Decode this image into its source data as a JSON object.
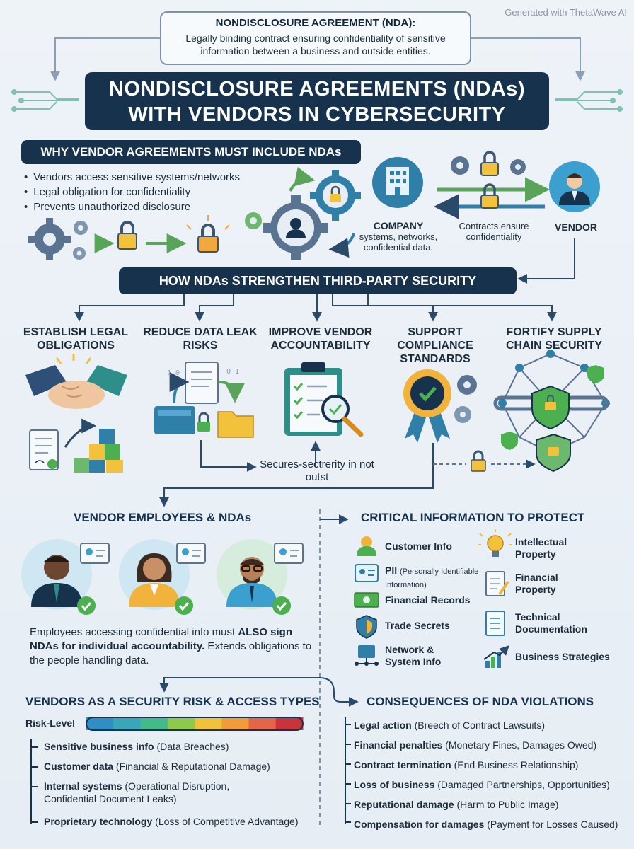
{
  "watermark": "Generated with ThetaWave AI",
  "definition": {
    "title": "NONDISCLOSURE AGREEMENT (NDA):",
    "text": "Legally binding contract ensuring confidentiality of sensitive information between a business and outside entities."
  },
  "title": {
    "line1": "NONDISCLOSURE AGREEMENTS (NDAs)",
    "line2": "WITH VENDORS IN CYBERSECURITY"
  },
  "why": {
    "heading": "WHY VENDOR AGREEMENTS MUST INCLUDE NDAs",
    "bullets": [
      "Vendors access sensitive systems/networks",
      "Legal obligation for confidentiality",
      "Prevents unauthorized disclosure"
    ],
    "company_label": "COMPANY",
    "company_sub": "systems, networks, confidential data.",
    "contract_label": "Contracts ensure confidentiality",
    "vendor_label": "VENDOR"
  },
  "how": {
    "heading": "HOW NDAs STRENGTHEN THIRD-PARTY SECURITY",
    "pillars": [
      "ESTABLISH LEGAL OBLIGATIONS",
      "REDUCE DATA LEAK RISKS",
      "IMPROVE VENDOR ACCOUNTABILITY",
      "SUPPORT COMPLIANCE STANDARDS",
      "FORTIFY SUPPLY CHAIN SECURITY"
    ],
    "note": "Secures-sectrerity in not outst"
  },
  "employees": {
    "heading": "VENDOR EMPLOYEES & NDAs",
    "text_a": "Employees accessing confidential info must ",
    "text_b": "ALSO sign NDAs for individual accountability.",
    "text_c": " Extends obligations to the people handling data."
  },
  "critical": {
    "heading": "CRITICAL INFORMATION TO PROTECT",
    "left": [
      {
        "label": "Customer Info",
        "sub": "",
        "icon": "person-icon"
      },
      {
        "label": "PII",
        "sub": "(Personally Identifiable Information)",
        "icon": "id-card-icon"
      },
      {
        "label": "Financial Records",
        "sub": "",
        "icon": "money-icon"
      },
      {
        "label": "Trade Secrets",
        "sub": "",
        "icon": "shield-icon"
      },
      {
        "label": "Network & System Info",
        "sub": "",
        "icon": "network-icon"
      }
    ],
    "right": [
      {
        "label": "Intellectual Property",
        "icon": "lightbulb-icon"
      },
      {
        "label": "Financial Property",
        "icon": "document-pen-icon"
      },
      {
        "label": "Technical Documentation",
        "icon": "document-icon"
      },
      {
        "label": "Business Strategies",
        "icon": "growth-chart-icon"
      }
    ]
  },
  "risk": {
    "heading": "VENDORS AS A SECURITY RISK & ACCESS TYPES",
    "level_label": "Risk-Level",
    "colors": [
      "#2f8fc4",
      "#3aa6b8",
      "#44b98a",
      "#8fc94b",
      "#f0c23b",
      "#f39a3a",
      "#e5654a",
      "#c8343c"
    ],
    "items": [
      {
        "b": "Sensitive business info",
        "t": " (Data Breaches)"
      },
      {
        "b": "Customer data",
        "t": " (Financial & Reputational Damage)"
      },
      {
        "b": "Internal systems",
        "t": " (Operational Disruption, Confidential Document Leaks)"
      },
      {
        "b": "Proprietary technology",
        "t": " (Loss of Competitive Advantage)"
      }
    ]
  },
  "consequences": {
    "heading": "CONSEQUENCES OF NDA VIOLATIONS",
    "items": [
      {
        "b": "Legal action",
        "t": " (Breech of Contract Lawsuits)"
      },
      {
        "b": "Financial penalties",
        "t": " (Monetary Fines, Damages Owed)"
      },
      {
        "b": "Contract termination",
        "t": " (End Business Relationship)"
      },
      {
        "b": "Loss of business",
        "t": " (Damaged Partnerships, Opportunities)"
      },
      {
        "b": "Reputational damage",
        "t": " (Harm to Public Image)"
      },
      {
        "b": "Compensation for damages",
        "t": " (Payment for Losses Caused)"
      }
    ]
  }
}
